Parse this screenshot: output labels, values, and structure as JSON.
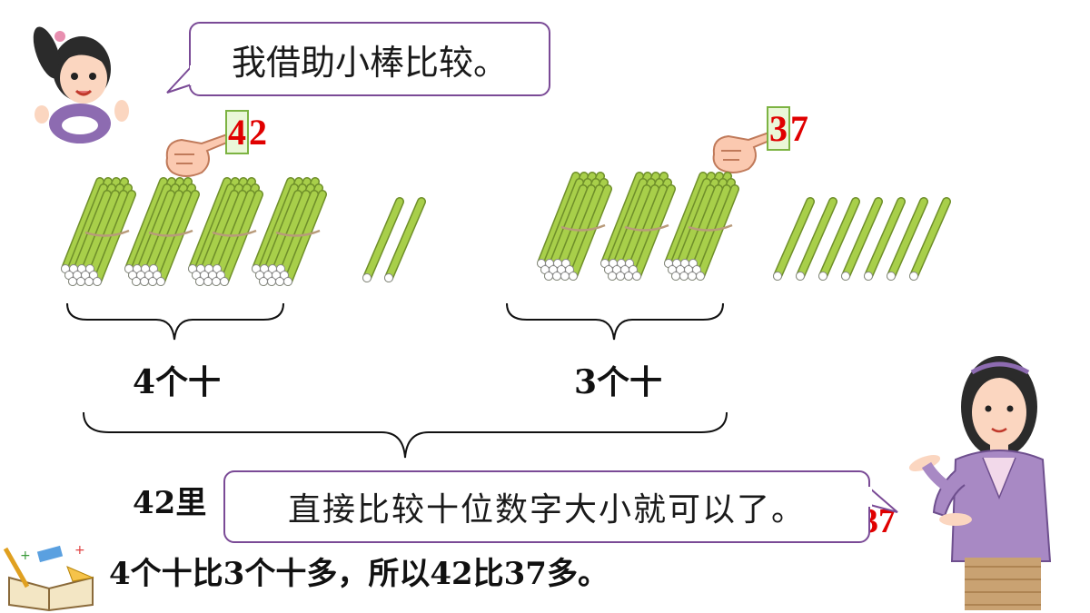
{
  "girl_bubble": {
    "text": "我借助小棒比较。"
  },
  "number_left": {
    "first_digit": "4",
    "second_digit": "2"
  },
  "number_right": {
    "first_digit": "3",
    "second_digit": "7"
  },
  "label_left": "4个十",
  "label_right": "3个十",
  "partial_left": "42里",
  "partial_right": "37",
  "teacher_bubble": {
    "text": "直接比较十位数字大小就可以了。"
  },
  "conclusion": "4个十比3个十多，所以42比37多。",
  "colors": {
    "stick": "#a8cf4a",
    "bubble_border": "#7a4a96",
    "number": "#e00000"
  }
}
